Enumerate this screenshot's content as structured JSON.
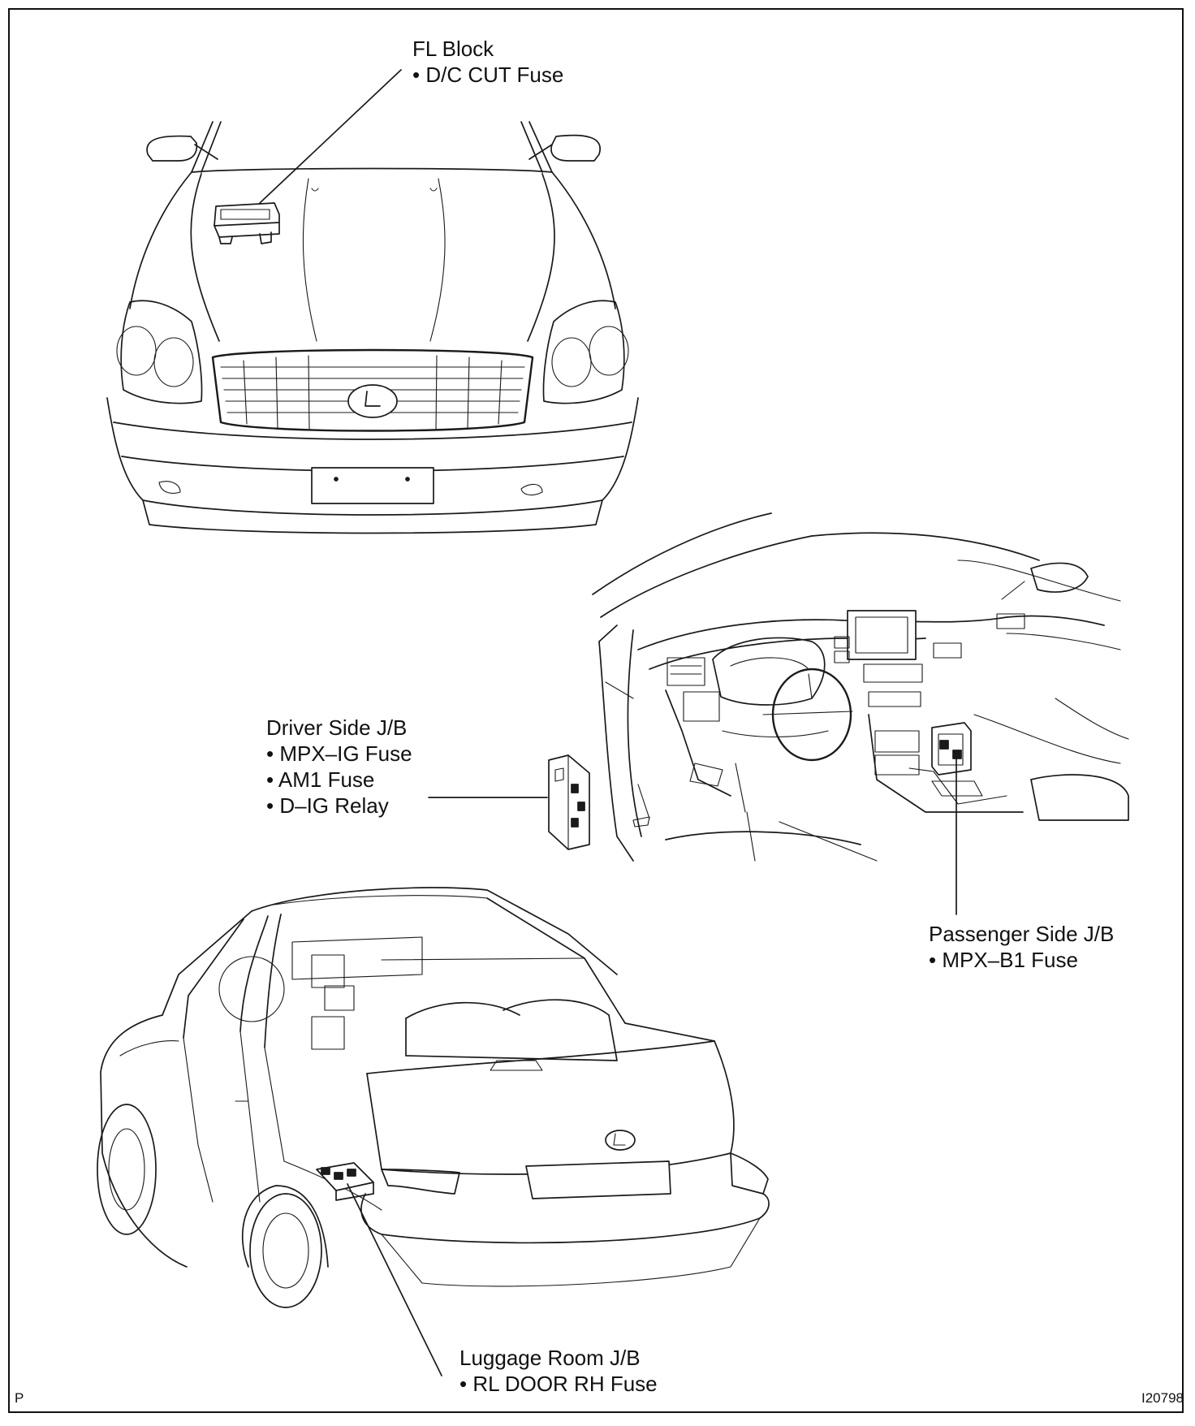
{
  "labels": {
    "fl_block": {
      "title": "FL Block",
      "items": [
        "• D/C CUT Fuse"
      ]
    },
    "driver_jb": {
      "title": "Driver Side J/B",
      "items": [
        "• MPX–IG Fuse",
        "• AM1 Fuse",
        "• D–IG Relay"
      ]
    },
    "passenger_jb": {
      "title": "Passenger Side J/B",
      "items": [
        "• MPX–B1 Fuse"
      ]
    },
    "luggage_jb": {
      "title": "Luggage Room J/B",
      "items": [
        "• RL DOOR RH Fuse"
      ]
    }
  },
  "corner": {
    "left": "P",
    "right": "I20798"
  },
  "icons": [
    "car-front-illustration",
    "dashboard-interior-illustration",
    "car-rear-illustration",
    "fuse-block-icon",
    "junction-block-icon"
  ]
}
